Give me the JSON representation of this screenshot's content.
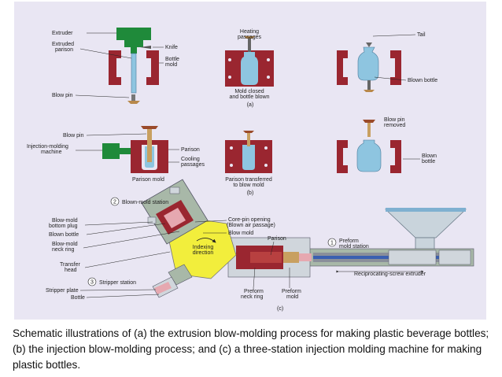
{
  "labels": {
    "a": {
      "extruder": "Extruder",
      "extruded_parison": [
        "Extruded",
        "parison"
      ],
      "knife": "Knife",
      "bottle_mold": [
        "Bottle",
        "mold"
      ],
      "blow_pin": "Blow pin",
      "heating_passages": [
        "Heating",
        "passages"
      ],
      "mold_closed": [
        "Mold closed",
        "and bottle blown"
      ],
      "tail": "Tail",
      "blown_bottle": "Blown bottle",
      "panel": "(a)"
    },
    "b": {
      "blow_pin": "Blow pin",
      "injection_machine": [
        "Injection-molding",
        "machine"
      ],
      "parison_mold": "Parison mold",
      "parison": "Parison",
      "cooling_passages": [
        "Cooling",
        "passages"
      ],
      "parison_transferred": [
        "Parison transferred",
        "to blow mold"
      ],
      "blow_pin_removed": [
        "Blow pin",
        "removed"
      ],
      "blown_bottle": [
        "Blown",
        "bottle"
      ],
      "panel": "(b)"
    },
    "c": {
      "station2": "Blown-mold station",
      "station2_num": "2",
      "bottom_plug": [
        "Blow-mold",
        "bottom plug"
      ],
      "blown_bottle": "Blown bottle",
      "neck_ring": [
        "Blow-mold",
        "neck ring"
      ],
      "transfer_head": [
        "Transfer",
        "head"
      ],
      "station3": "Stripper station",
      "station3_num": "3",
      "stripper_plate": [
        "Stripper plate",
        "Bottle"
      ],
      "core_pin": [
        "Core-pin opening",
        "(Blown air passage)"
      ],
      "blow_mold": "Blow mold",
      "parison": "Parison",
      "indexing": [
        "Indexing",
        "direction"
      ],
      "station1_num": "1",
      "station1": [
        "Preform",
        "mold station"
      ],
      "extruder": "Reciprocating-screw extruder",
      "preform_neck": [
        "Preform",
        "neck ring"
      ],
      "preform_mold": [
        "Preform",
        "mold"
      ],
      "panel": "(c)"
    }
  },
  "caption": "Schematic illustrations of (a) the extrusion blow-molding process for making plastic beverage bottles; (b) the injection blow-molding process; and (c) a three-station injection molding machine for making plastic bottles.",
  "colors": {
    "background": "#e9e6f3",
    "mold": "#9a2630",
    "extruder": "#1f8a3a",
    "parison": "#8ec5e0",
    "hex_head": "#f2ee3c",
    "station_housing": "#a8b8a8",
    "brass": "#c8a060"
  }
}
